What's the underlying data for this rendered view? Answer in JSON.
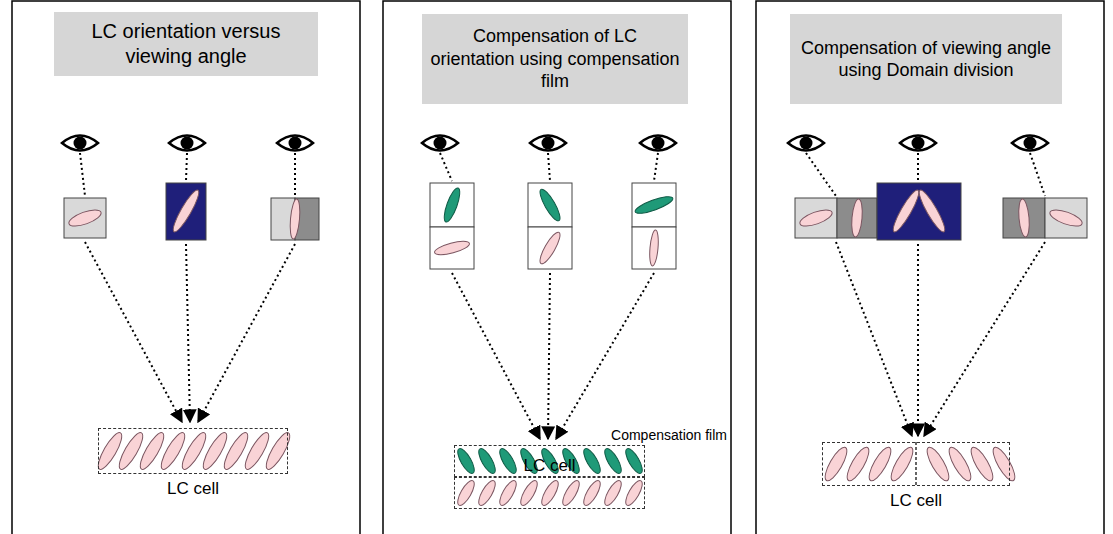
{
  "diagram": {
    "nodes": [
      {
        "text": [
          "LC orientation versus viewing angle"
        ]
      },
      {
        "text": [
          "LC cell"
        ]
      },
      {
        "text": [
          "Compensation of LC orientation using compensation film"
        ]
      },
      {
        "text": [
          "Compensation film"
        ]
      },
      {
        "text": [
          "LC cell"
        ]
      },
      {
        "text": [
          "Compensation of viewing angle using Domain division"
        ]
      },
      {
        "text": [
          "LC cell"
        ]
      }
    ]
  }
}
